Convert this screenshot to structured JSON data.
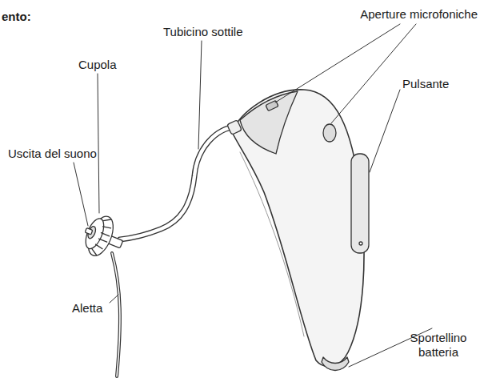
{
  "diagram": {
    "labels": [
      "ento:",
      "Aperture microfoniche",
      "Tubicino sottile",
      "Cupola",
      "Pulsante",
      "Uscita del suono",
      "Aletta",
      "Sportellino batteria"
    ]
  }
}
